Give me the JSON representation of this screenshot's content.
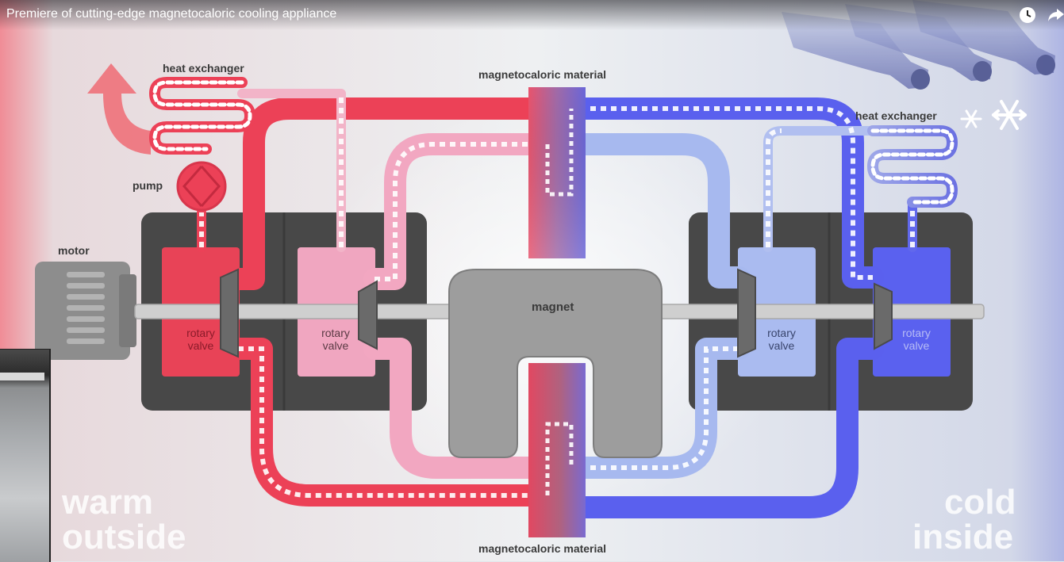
{
  "video": {
    "title": "Premiere of cutting-edge magnetocaloric cooling appliance",
    "icons": [
      "clock-icon",
      "share-arrow-icon"
    ]
  },
  "diagram": {
    "labels": {
      "heat_exchanger_left": "heat exchanger",
      "heat_exchanger_right": "heat exchanger",
      "pump": "pump",
      "motor": "motor",
      "magnetocaloric_top": "magnetocaloric material",
      "magnetocaloric_bottom": "magnetocaloric material",
      "magnet": "magnet",
      "valve_1": "rotary\nvalve",
      "valve_2": "rotary\nvalve",
      "valve_3": "rotary\nvalve",
      "valve_4": "rotary\nvalve"
    },
    "warm": {
      "line1": "warm",
      "line2": "outside"
    },
    "cold": {
      "line1": "cold",
      "line2": "inside"
    },
    "colors": {
      "hot": "#ef4156",
      "warm_pink": "#f3a5bf",
      "cool_light": "#a9baf0",
      "cold": "#5b63ee",
      "housing": "#484848",
      "magnet": "#9a9a9a"
    }
  }
}
